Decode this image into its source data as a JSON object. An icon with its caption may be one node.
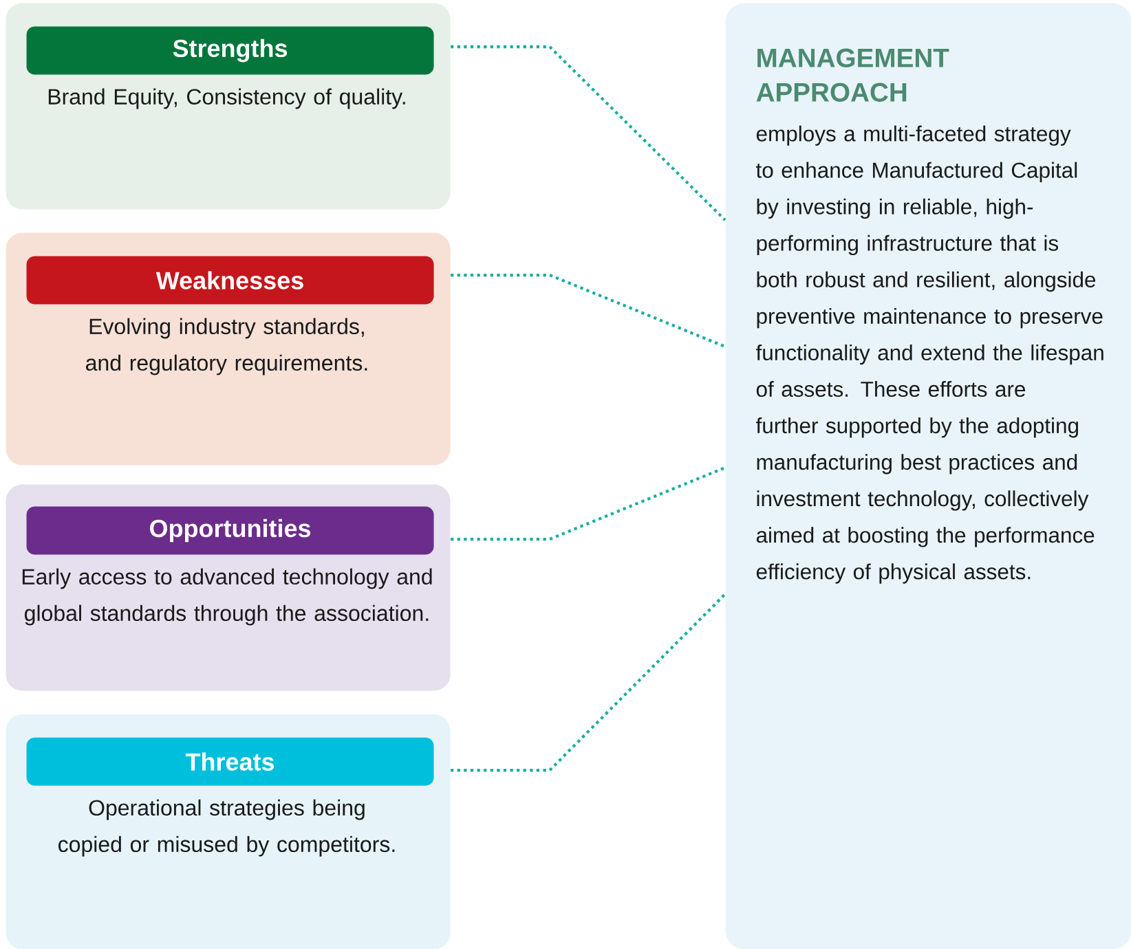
{
  "diagram": {
    "nodes": [
      {
        "text": [
          "Brand Equity, Consistency of quality."
        ]
      },
      {
        "text": [
          "Strengths"
        ],
        "in": 0
      },
      {
        "text": [
          "Evolving industry standards, and regulatory requirements."
        ]
      },
      {
        "text": [
          "Weaknesses"
        ],
        "in": 2
      },
      {
        "text": [
          "Early access to advanced technology and global standards through the association."
        ]
      },
      {
        "text": [
          "Opportunities"
        ],
        "in": 4
      },
      {
        "text": [
          "Operational strategies being copied or misused by competitors."
        ]
      },
      {
        "text": [
          "Threats"
        ],
        "in": 6
      },
      {
        "text": [
          "MANAGEMENT APPROACH",
          "employs a multi-faceted strategy to enhance Manufactured Capital by investing in reliable, high-performing infrastructure that is both robust and resilient, alongside preventive maintenance to preserve functionality and extend the lifespan of assets. These efforts are further supported by the adopting manufacturing best practices and investment technology, collectively aimed at boosting the performance efficiency of physical assets."
        ]
      }
    ],
    "edges": [
      {
        "from": 0,
        "to": 8,
        "arrow": "none"
      },
      {
        "from": 2,
        "to": 8,
        "arrow": "none"
      },
      {
        "from": 4,
        "to": 8,
        "arrow": "none"
      },
      {
        "from": 6,
        "to": 8,
        "arrow": "none"
      }
    ]
  }
}
